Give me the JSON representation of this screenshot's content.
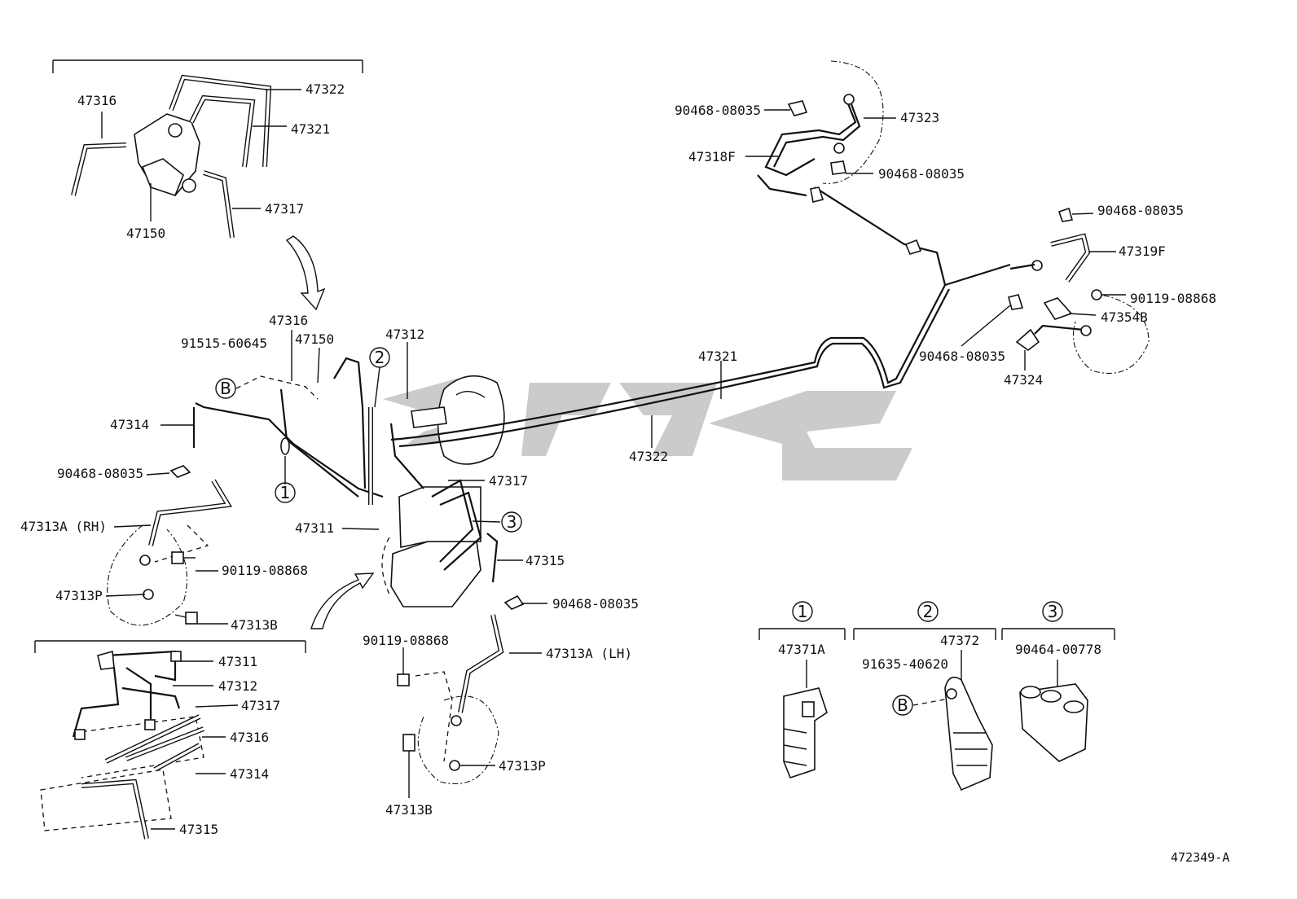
{
  "diagram_id": "472349-A",
  "callouts": {
    "top_inset": [
      "47316",
      "47322",
      "47321",
      "47150",
      "47317"
    ],
    "main": [
      "47316",
      "47150",
      "91515-60645",
      "B",
      "47312",
      "47314",
      "90468-08035",
      "47313A (RH)",
      "90119-08868",
      "47313P",
      "47313B",
      "47311",
      "47317",
      "47315",
      "90468-08035",
      "90119-08868",
      "47313A (LH)",
      "47313P",
      "47313B",
      "47321",
      "47322"
    ],
    "top_right": [
      "90468-08035",
      "47323",
      "47318F",
      "90468-08035",
      "90468-08035",
      "47319F",
      "90119-08868",
      "47354B",
      "90468-08035",
      "47324"
    ],
    "bottom_inset": [
      "47311",
      "47312",
      "47317",
      "47316",
      "47314",
      "47315"
    ],
    "clamps": [
      {
        "index": "1",
        "part": "47371A"
      },
      {
        "index": "2",
        "part": "47372",
        "extra": "91635-40620",
        "ref": "B"
      },
      {
        "index": "3",
        "part": "90464-00778"
      }
    ],
    "circled": [
      "1",
      "2",
      "3"
    ]
  },
  "icons": [
    "brake-line",
    "abs-actuator",
    "clamp",
    "bolt",
    "flexible-hose",
    "arrow"
  ]
}
